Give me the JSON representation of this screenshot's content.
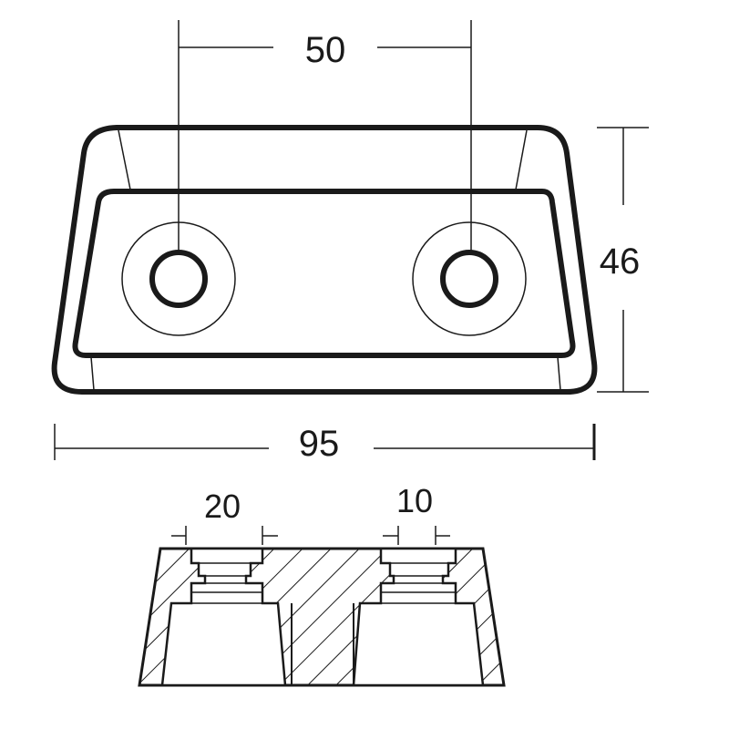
{
  "dimensions": {
    "hole_spacing": "50",
    "height": "46",
    "width": "95",
    "counterbore_width": "20",
    "bolt_hole_width": "10"
  },
  "colors": {
    "line": "#1a1a1a",
    "background": "#ffffff"
  }
}
